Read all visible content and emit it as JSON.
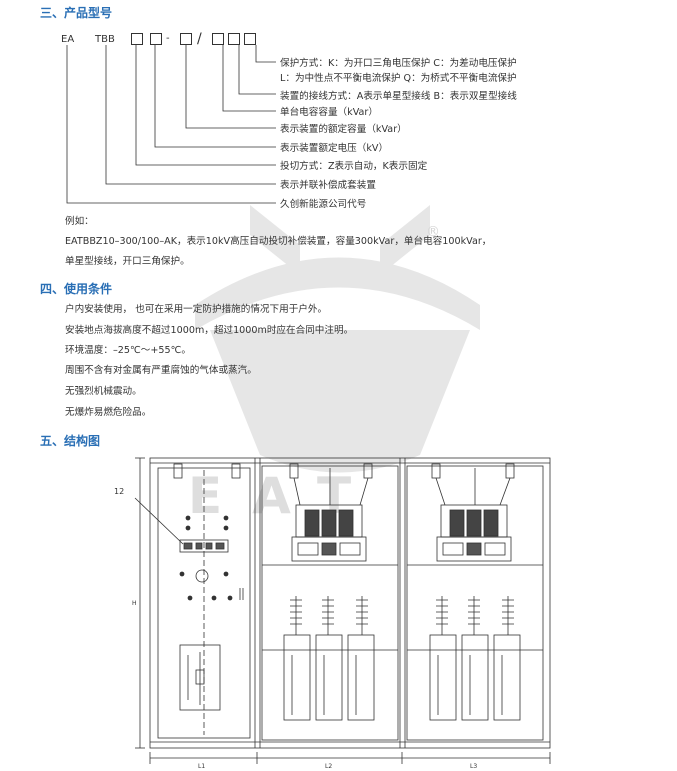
{
  "sections": {
    "s3": "三、产品型号",
    "s4": "四、使用条件",
    "s5": "五、结构图"
  },
  "model": {
    "ea": "EA",
    "tbb": "TBB",
    "dash1": "-",
    "dash2": "-",
    "slash": "/"
  },
  "legend": [
    "保护方式：K：为开口三角电压保护  C：为差动电压保护",
    "L：为中性点不平衡电流保护  Q：为桥式不平衡电流保护",
    "装置的接线方式：A表示单星型接线  B：表示双星型接线",
    "单台电容容量（kVar）",
    "表示装置的额定容量（kVar）",
    "表示装置额定电压（kV）",
    "投切方式：Z表示自动，K表示固定",
    "表示并联补偿成套装置",
    "久创新能源公司代号"
  ],
  "example": {
    "label": "例如：",
    "line1": "EATBBZ10–300/100–AK，表示10kV高压自动投切补偿装置，容量300kVar，单台电容100kVar，",
    "line2": "单星型接线，开口三角保护。"
  },
  "conditions": [
    "户内安装使用，  也可在采用一定防护措施的情况下用于户外。",
    "安装地点海拔高度不超过1000m，超过1000m时应在合同中注明。",
    "环境温度：–25℃～+55℃。",
    "周围不含有对金属有严重腐蚀的气体或蒸汽。",
    "无强烈机械震动。",
    "无爆炸易燃危险品。"
  ],
  "drawing": {
    "callout": "12",
    "dim_l1": "L1",
    "dim_l2": "L2",
    "dim_l3": "L3",
    "dim_h": "H"
  },
  "watermark": {
    "brand": "EAT",
    "registered": "®"
  },
  "colors": {
    "heading": "#2a6fb5",
    "text": "#333333",
    "watermark": "#e3e3e3"
  }
}
